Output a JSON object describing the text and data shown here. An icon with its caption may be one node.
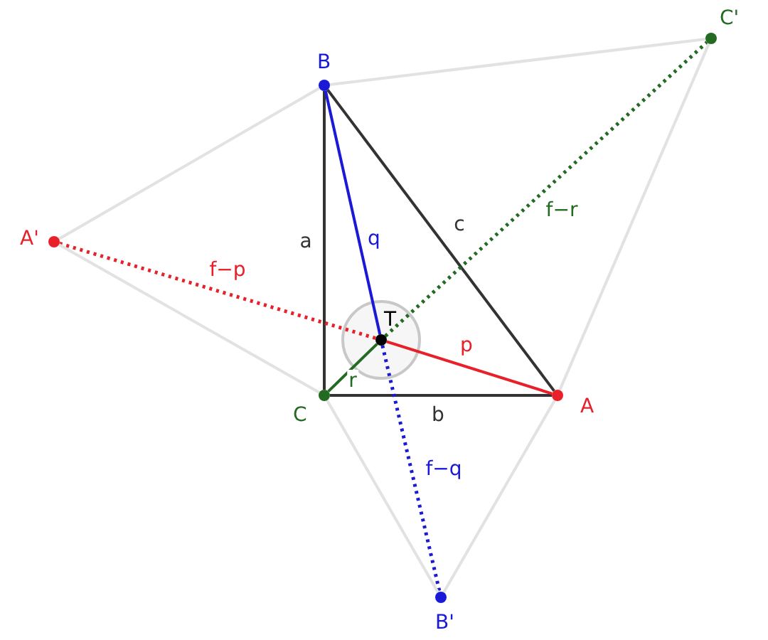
{
  "diagram": {
    "nodes": [
      {
        "text": [
          "B"
        ]
      },
      {
        "text": [
          "C"
        ]
      },
      {
        "text": [
          "A"
        ]
      },
      {
        "text": [
          "T"
        ]
      },
      {
        "text": [
          "A'"
        ]
      },
      {
        "text": [
          "B'"
        ]
      },
      {
        "text": [
          "C'"
        ]
      }
    ],
    "edges": [
      {
        "from": 0,
        "to": 1,
        "arrow": "none",
        "label": "a",
        "color": "#333333"
      },
      {
        "from": 1,
        "to": 2,
        "arrow": "none",
        "label": "b",
        "color": "#333333"
      },
      {
        "from": 0,
        "to": 2,
        "arrow": "none",
        "label": "c",
        "color": "#333333"
      },
      {
        "from": 3,
        "to": 2,
        "arrow": "none",
        "label": "p",
        "color": "#e8202a"
      },
      {
        "from": 0,
        "to": 3,
        "arrow": "none",
        "label": "q",
        "color": "#1a1ad6"
      },
      {
        "from": 1,
        "to": 3,
        "arrow": "none",
        "label": "r",
        "color": "#236b23"
      },
      {
        "from": 4,
        "to": 3,
        "arrow": "none",
        "label": "f−p",
        "style": "dashed",
        "color": "#e8202a"
      },
      {
        "from": 3,
        "to": 5,
        "arrow": "none",
        "label": "f−q",
        "style": "dashed",
        "color": "#1a1ad6"
      },
      {
        "from": 3,
        "to": 6,
        "arrow": "none",
        "label": "f−r",
        "style": "dashed",
        "color": "#236b23"
      },
      {
        "from": 0,
        "to": 4,
        "arrow": "none"
      },
      {
        "from": 4,
        "to": 1,
        "arrow": "none"
      },
      {
        "from": 0,
        "to": 6,
        "arrow": "none"
      },
      {
        "from": 6,
        "to": 2,
        "arrow": "none"
      },
      {
        "from": 1,
        "to": 5,
        "arrow": "none"
      },
      {
        "from": 5,
        "to": 2,
        "arrow": "none"
      }
    ]
  }
}
